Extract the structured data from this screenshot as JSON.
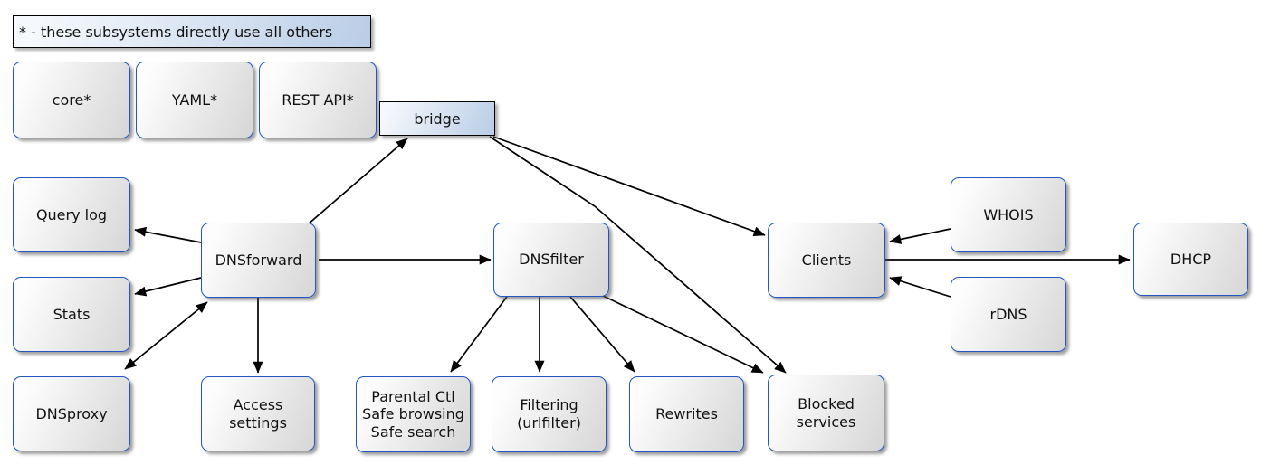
{
  "diagram": {
    "legend": {
      "text": "* - these subsystems directly use all others"
    },
    "nodes": {
      "core": {
        "label": "core*"
      },
      "yaml": {
        "label": "YAML*"
      },
      "rest_api": {
        "label": "REST API*"
      },
      "bridge": {
        "label": "bridge"
      },
      "query_log": {
        "label": "Query log"
      },
      "stats": {
        "label": "Stats"
      },
      "dnsproxy": {
        "label": "DNSproxy"
      },
      "dnsforward": {
        "label": "DNSforward"
      },
      "access_settings": {
        "label": "Access\nsettings"
      },
      "dnsfilter": {
        "label": "DNSfilter"
      },
      "parental": {
        "label": "Parental Ctl\nSafe browsing\nSafe search"
      },
      "filtering": {
        "label": "Filtering\n(urlfilter)"
      },
      "rewrites": {
        "label": "Rewrites"
      },
      "blocked_services": {
        "label": "Blocked\nservices"
      },
      "clients": {
        "label": "Clients"
      },
      "whois": {
        "label": "WHOIS"
      },
      "rdns": {
        "label": "rDNS"
      },
      "dhcp": {
        "label": "DHCP"
      }
    },
    "edges": [
      {
        "from": "DNSforward",
        "to": "bridge",
        "bidirectional": false
      },
      {
        "from": "bridge",
        "to": "Clients",
        "bidirectional": false
      },
      {
        "from": "bridge",
        "to": "Blocked services",
        "bidirectional": false
      },
      {
        "from": "DNSforward",
        "to": "DNSfilter",
        "bidirectional": false
      },
      {
        "from": "DNSforward",
        "to": "Query log",
        "bidirectional": false
      },
      {
        "from": "DNSforward",
        "to": "Stats",
        "bidirectional": false
      },
      {
        "from": "DNSforward",
        "to": "DNSproxy",
        "bidirectional": true
      },
      {
        "from": "DNSforward",
        "to": "Access settings",
        "bidirectional": false
      },
      {
        "from": "DNSfilter",
        "to": "Parental Ctl Safe browsing Safe search",
        "bidirectional": false
      },
      {
        "from": "DNSfilter",
        "to": "Filtering (urlfilter)",
        "bidirectional": false
      },
      {
        "from": "DNSfilter",
        "to": "Rewrites",
        "bidirectional": false
      },
      {
        "from": "DNSfilter",
        "to": "Blocked services",
        "bidirectional": false
      },
      {
        "from": "WHOIS",
        "to": "Clients",
        "bidirectional": false
      },
      {
        "from": "rDNS",
        "to": "Clients",
        "bidirectional": false
      },
      {
        "from": "Clients",
        "to": "DHCP",
        "bidirectional": false
      }
    ],
    "colors": {
      "node_border": "#2356c0",
      "node_fill_start": "#fdfdfd",
      "node_fill_end": "#d6d6d6",
      "blue_fill_start": "#f5f8fc",
      "blue_fill_end": "#b9cde6",
      "edge_color": "#000000"
    }
  }
}
